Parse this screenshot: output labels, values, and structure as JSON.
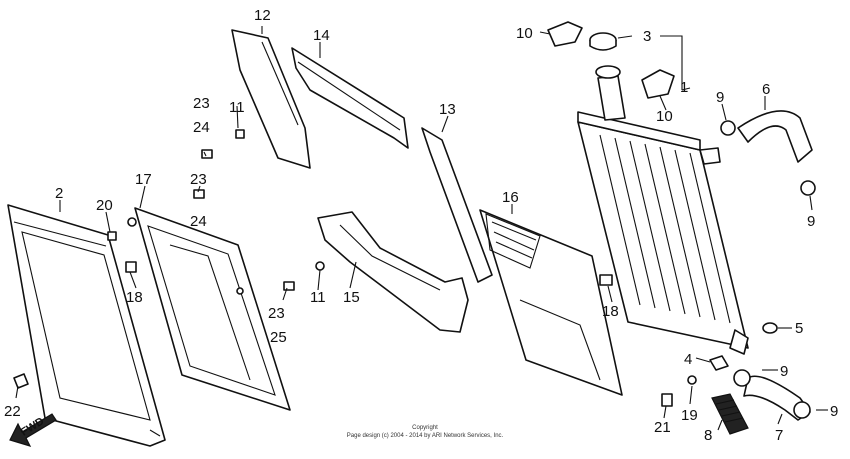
{
  "diagram": {
    "callouts": [
      "1",
      "2",
      "3",
      "4",
      "5",
      "6",
      "7",
      "8",
      "9",
      "9",
      "9",
      "9",
      "10",
      "10",
      "11",
      "11",
      "12",
      "13",
      "14",
      "15",
      "16",
      "17",
      "18",
      "18",
      "19",
      "20",
      "21",
      "22",
      "23",
      "23",
      "23",
      "24",
      "24",
      "25"
    ],
    "fwd_label": "FWD",
    "copyright_line1": "Copyright",
    "copyright_line2": "Page design (c) 2004 - 2014 by ARI Network Services, Inc."
  }
}
